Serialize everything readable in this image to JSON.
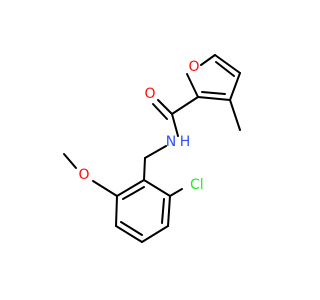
{
  "molecule": {
    "atoms": {
      "furan_oxygen": {
        "symbol": "O",
        "color": "#ff0d0d"
      },
      "carbonyl_oxygen": {
        "symbol": "O",
        "color": "#ff0d0d"
      },
      "amide_nitrogen": {
        "symbol": "N",
        "color": "#3050f8"
      },
      "amide_hydrogen": {
        "symbol": "H",
        "color": "#3050f8"
      },
      "chlorine": {
        "symbol": "Cl",
        "color": "#1ff01f"
      },
      "methoxy_oxygen": {
        "symbol": "O",
        "color": "#ff0d0d"
      }
    },
    "bond_color": "#000000",
    "background": "#ffffff"
  }
}
